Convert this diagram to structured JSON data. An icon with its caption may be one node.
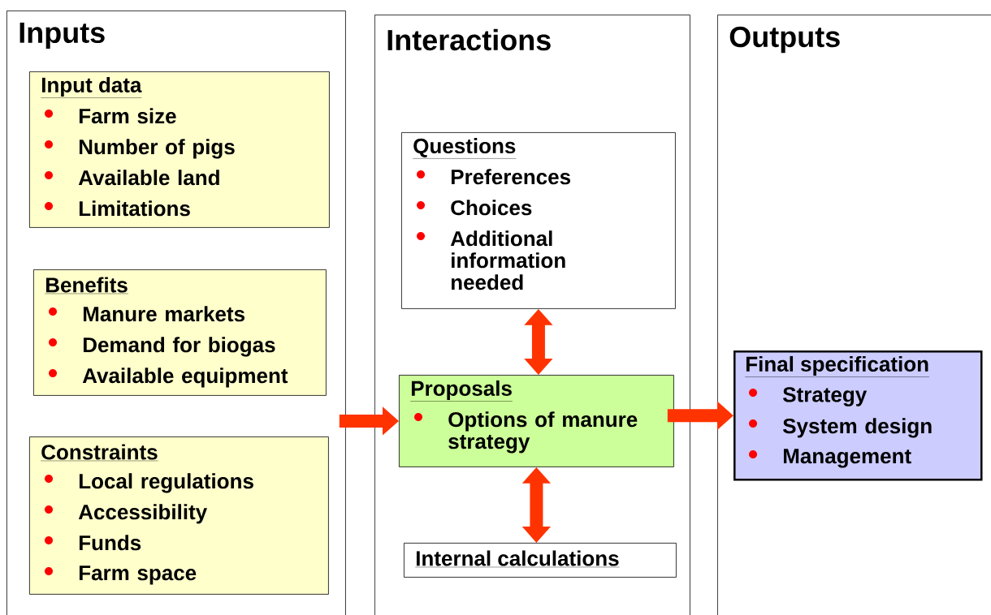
{
  "diagram": {
    "nodes": [
      {
        "text": [
          "Inputs"
        ]
      },
      {
        "text": [
          "Input data",
          "Farm size",
          "Number of pigs",
          "Available land",
          "Limitations"
        ],
        "in": 0
      },
      {
        "text": [
          "Benefits",
          "Manure markets",
          "Demand for biogas",
          "Available equipment"
        ],
        "in": 0
      },
      {
        "text": [
          "Constraints",
          "Local regulations",
          "Accessibility",
          "Funds",
          "Farm space"
        ],
        "in": 0
      },
      {
        "text": [
          "Interactions"
        ]
      },
      {
        "text": [
          "Questions",
          "Preferences",
          "Choices",
          "Additional information needed"
        ],
        "in": 4
      },
      {
        "text": [
          "Proposals",
          "Options of manure strategy"
        ],
        "in": 4
      },
      {
        "text": [
          "Internal calculations"
        ],
        "in": 4
      },
      {
        "text": [
          "Outputs"
        ]
      },
      {
        "text": [
          "Final specification",
          "Strategy",
          "System design",
          "Management"
        ],
        "in": 8
      }
    ],
    "edges": [
      {
        "from": 0,
        "to": 6,
        "arrow": "to"
      },
      {
        "from": 5,
        "to": 6,
        "arrow": "both"
      },
      {
        "from": 6,
        "to": 7,
        "arrow": "both"
      },
      {
        "from": 6,
        "to": 9,
        "arrow": "to"
      }
    ]
  }
}
